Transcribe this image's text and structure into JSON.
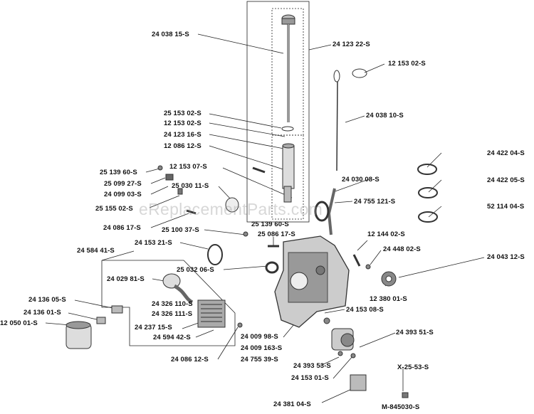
{
  "watermark": "eReplacementParts.com",
  "labels": {
    "p24038_15": "24 038 15-S",
    "p24123_22": "24 123 22-S",
    "p12153_02a": "12 153 02-S",
    "p24038_10": "24 038 10-S",
    "p25153_02": "25 153 02-S",
    "p12153_02b": "12 153 02-S",
    "p24123_16": "24 123 16-S",
    "p12086_12": "12 086 12-S",
    "p24422_04": "24 422 04-S",
    "p12153_07": "12 153 07-S",
    "p25139_60a": "25 139 60-S",
    "p25099_27": "25 099 27-S",
    "p24099_03": "24 099 03-S",
    "p25030_11": "25 030 11-S",
    "p24030_08": "24 030 08-S",
    "p24422_05": "24 422 05-S",
    "p24755_121": "24 755 121-S",
    "p25155_02": "25 155 02-S",
    "p52114_04": "52 114 04-S",
    "p24086_17": "24 086 17-S",
    "p25139_60b": "25 139 60-S",
    "p25100_37": "25 100 37-S",
    "p25086_17": "25 086 17-S",
    "p12144_02": "12 144 02-S",
    "p24584_41": "24 584 41-S",
    "p24153_21": "24 153 21-S",
    "p24448_02": "24 448 02-S",
    "p24043_12": "24 043 12-S",
    "p25032_06": "25 032 06-S",
    "p24029_81": "24 029 81-S",
    "p12380_01": "12 380 01-S",
    "p24136_05": "24 136 05-S",
    "p24326_110": "24 326 110-S",
    "p24153_08": "24 153 08-S",
    "p24326_111": "24 326 111-S",
    "p24136_01": "24 136 01-S",
    "p12050_01": "12 050 01-S",
    "p24237_15": "24 237 15-S",
    "p24393_51": "24 393 51-S",
    "p24594_42": "24 594 42-S",
    "p24009_98": "24 009 98-S",
    "p24009_163": "24 009 163-S",
    "p24086_12": "24 086 12-S",
    "p24755_39": "24 755 39-S",
    "p24393_53": "24 393 53-S",
    "pX25_53": "X-25-53-S",
    "p24153_01": "24 153 01-S",
    "p24381_04": "24 381 04-S",
    "pM845030": "M-845030-S"
  },
  "colors": {
    "line": "#222222",
    "part": "#444444",
    "shade": "#9a9a9a",
    "text": "#111111"
  }
}
